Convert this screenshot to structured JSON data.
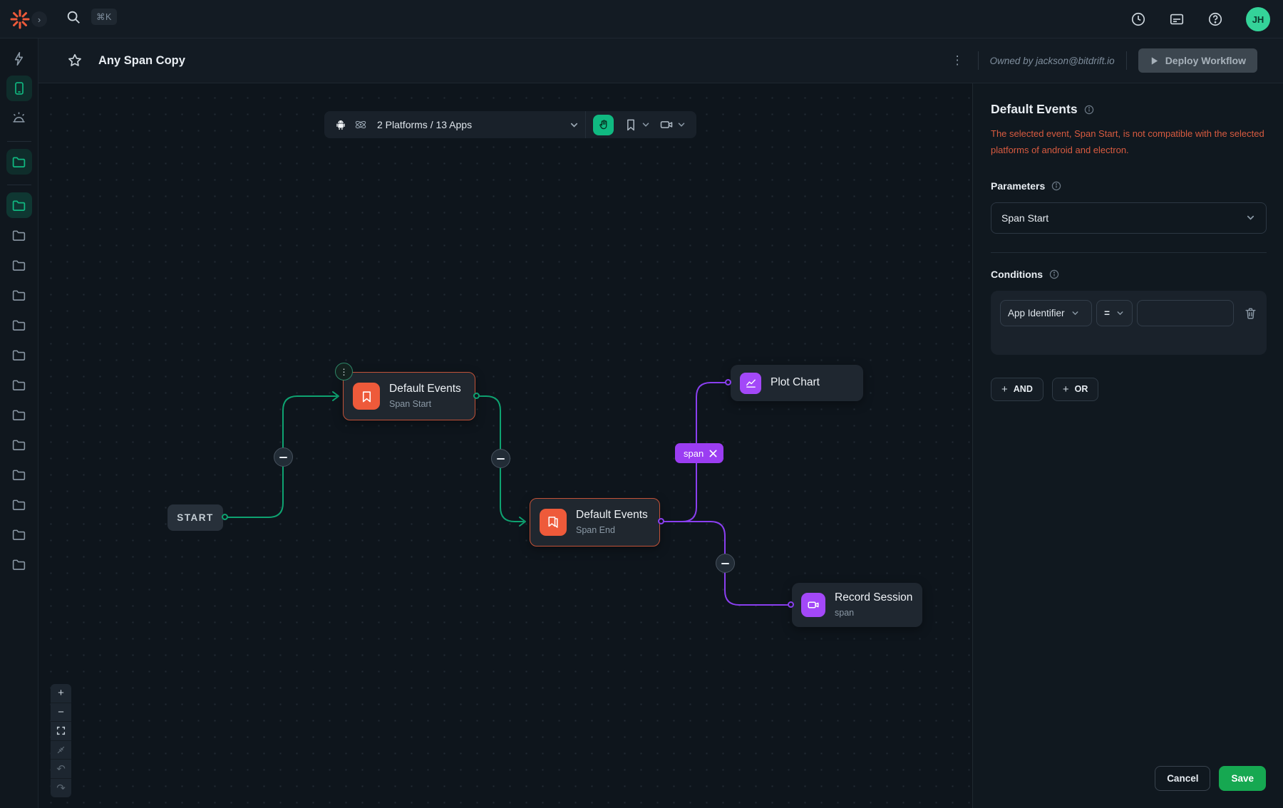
{
  "topbar": {
    "search_shortcut": "⌘K",
    "avatar_initials": "JH"
  },
  "header": {
    "title": "Any Span Copy",
    "owner": "Owned by jackson@bitdrift.io",
    "deploy_label": "Deploy Workflow"
  },
  "canvas": {
    "toolbar": {
      "platforms_label": "2 Platforms / 13 Apps"
    },
    "nodes": {
      "start": {
        "label": "START"
      },
      "span_start": {
        "title": "Default Events",
        "subtitle": "Span Start"
      },
      "span_end": {
        "title": "Default Events",
        "subtitle": "Span End"
      },
      "plot_chart": {
        "title": "Plot Chart"
      },
      "record_session": {
        "title": "Record Session",
        "subtitle": "span"
      }
    },
    "edge_badge": {
      "label": "span"
    },
    "zoom_controls": {
      "zoom_in": "+",
      "zoom_out": "−",
      "undo": "↶",
      "redo": "↷"
    }
  },
  "panel": {
    "title": "Default Events",
    "error": "The selected event, Span Start, is not compatible with the selected platforms of android and electron.",
    "parameters_label": "Parameters",
    "parameter_value": "Span Start",
    "conditions_label": "Conditions",
    "condition": {
      "field": "App Identifier",
      "operator": "=",
      "value": ""
    },
    "and_label": "AND",
    "or_label": "OR",
    "cancel_label": "Cancel",
    "save_label": "Save"
  },
  "colors": {
    "accent_green": "#10b981",
    "accent_purple": "#9b3df2",
    "accent_orange": "#ee5a3a",
    "error_red": "#d95b40",
    "edge_green": "#0ea371",
    "edge_purple": "#8a3ff0"
  }
}
